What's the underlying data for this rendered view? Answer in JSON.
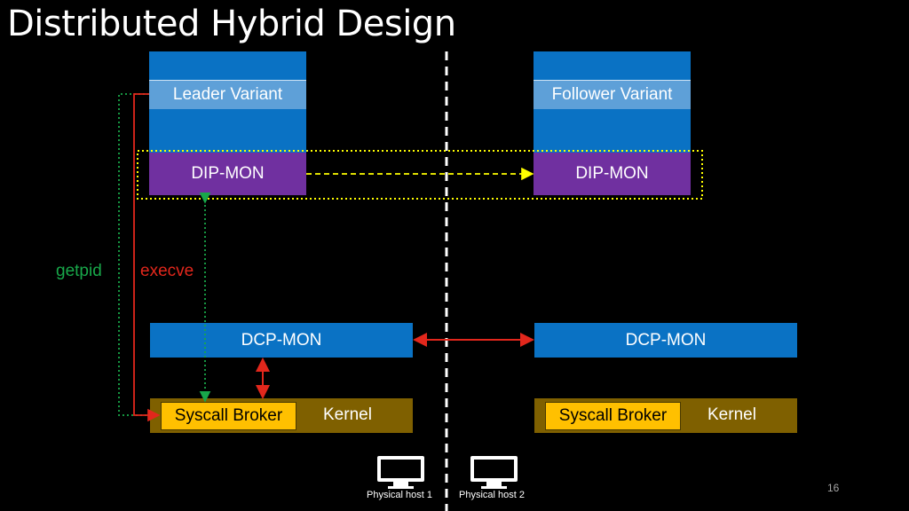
{
  "title": "Distributed Hybrid Design",
  "left": {
    "variant_label": "Leader Variant",
    "dipmon_label": "DIP-MON",
    "dcpmon_label": "DCP-MON",
    "broker_label": "Syscall Broker",
    "kernel_label": "Kernel",
    "host_label": "Physical host 1"
  },
  "right": {
    "variant_label": "Follower Variant",
    "dipmon_label": "DIP-MON",
    "dcpmon_label": "DCP-MON",
    "broker_label": "Syscall Broker",
    "kernel_label": "Kernel",
    "host_label": "Physical host 2"
  },
  "labels": {
    "getpid": "getpid",
    "execve": "execve"
  },
  "slide_number": "16",
  "colors": {
    "background": "#000000",
    "blue": "#0a72c4",
    "light_blue": "#5ea0d8",
    "purple": "#7030a0",
    "kernel": "#7f6000",
    "broker": "#ffc000",
    "green": "#18a84a",
    "red": "#e2271c",
    "yellow": "#ffff00"
  },
  "icons": [
    "monitor-icon",
    "monitor-icon"
  ]
}
